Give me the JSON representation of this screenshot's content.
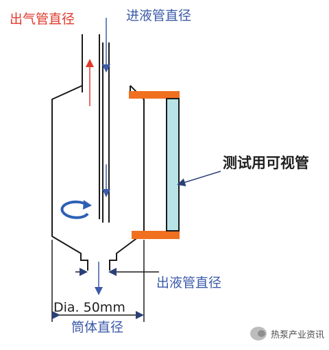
{
  "labels": {
    "gas_outlet_pipe": "出气管直径",
    "liquid_inlet_pipe": "进液管直径",
    "sight_glass": "测试用可视管",
    "liquid_outlet_pipe": "出液管直径",
    "diameter": "Dia. 50mm",
    "body_diameter": "筒体直径"
  },
  "watermark": {
    "text": "热泵产业资讯",
    "icon": "wechat-icon"
  },
  "colors": {
    "outline": "#1a1a1a",
    "gas_arrow": "#e0392b",
    "liquid": "#3b5aa8",
    "flange": "#f07020",
    "sight_glass_fill": "#b7e3e6",
    "swirl": "#2d5fb5"
  }
}
